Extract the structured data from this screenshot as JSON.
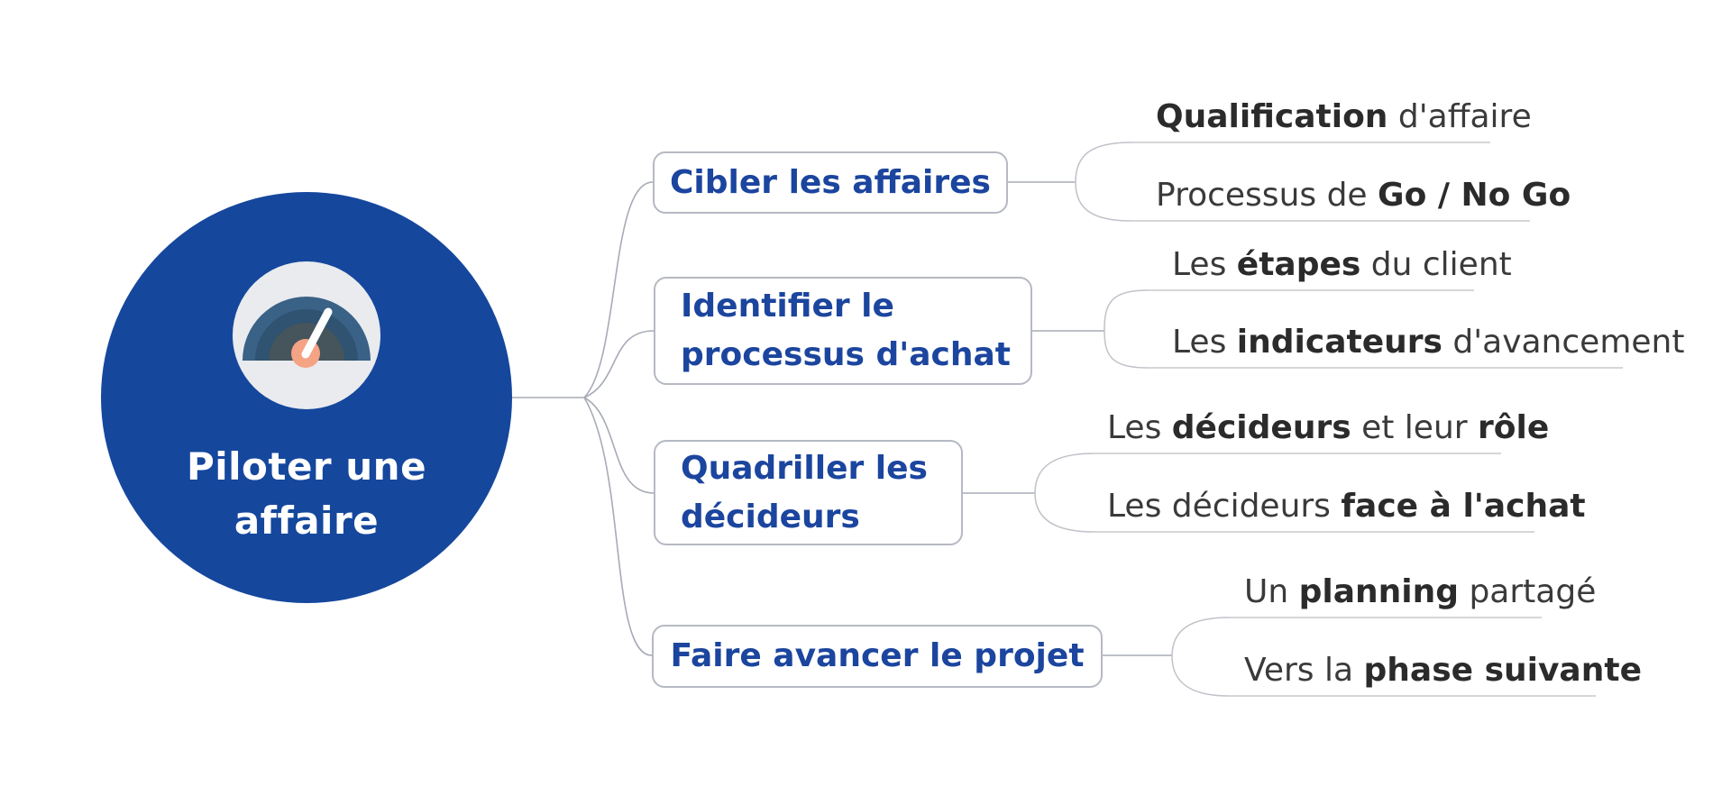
{
  "root": {
    "title": "Piloter une affaire",
    "title_lines": [
      "Piloter une",
      "affaire"
    ],
    "icon": "gauge-icon"
  },
  "branches": [
    {
      "id": "cibler",
      "label": "Cibler les affaires",
      "leaves": [
        {
          "segments": [
            {
              "text": "Qualification",
              "bold": true
            },
            {
              "text": " d'affaire",
              "bold": false
            }
          ]
        },
        {
          "segments": [
            {
              "text": "Processus de ",
              "bold": false
            },
            {
              "text": "Go / No Go",
              "bold": true
            }
          ]
        }
      ]
    },
    {
      "id": "identifier",
      "label": "Identifier le processus d'achat",
      "leaves": [
        {
          "segments": [
            {
              "text": "Les ",
              "bold": false
            },
            {
              "text": "étapes",
              "bold": true
            },
            {
              "text": " du client",
              "bold": false
            }
          ]
        },
        {
          "segments": [
            {
              "text": "Les ",
              "bold": false
            },
            {
              "text": "indicateurs",
              "bold": true
            },
            {
              "text": " d'avancement",
              "bold": false
            }
          ]
        }
      ]
    },
    {
      "id": "quadriller",
      "label": "Quadriller les décideurs",
      "leaves": [
        {
          "segments": [
            {
              "text": "Les ",
              "bold": false
            },
            {
              "text": "décideurs",
              "bold": true
            },
            {
              "text": " et leur ",
              "bold": false
            },
            {
              "text": "rôle",
              "bold": true
            }
          ]
        },
        {
          "segments": [
            {
              "text": "Les décideurs ",
              "bold": false
            },
            {
              "text": "face à l'achat",
              "bold": true
            }
          ]
        }
      ]
    },
    {
      "id": "faire",
      "label": "Faire avancer le projet",
      "leaves": [
        {
          "segments": [
            {
              "text": "Un ",
              "bold": false
            },
            {
              "text": "planning",
              "bold": true
            },
            {
              "text": " partagé",
              "bold": false
            }
          ]
        },
        {
          "segments": [
            {
              "text": "Vers la ",
              "bold": false
            },
            {
              "text": "phase suivante",
              "bold": true
            }
          ]
        }
      ]
    }
  ],
  "colors": {
    "central_fill": "#15479D",
    "topic_text": "#1B459E",
    "topic_border": "#B6B9C3",
    "leaf_text": "#3A3A3A",
    "connector": "#A7ABB5",
    "underline": "#D6D6D8",
    "gauge_face": "#E9EBEE",
    "gauge_arc_outer": "#3A6186",
    "gauge_arc_mid": "#2F5370",
    "gauge_arc_inner": "#46545C",
    "gauge_hub": "#F4A384",
    "gauge_needle": "#FFFFFF"
  }
}
